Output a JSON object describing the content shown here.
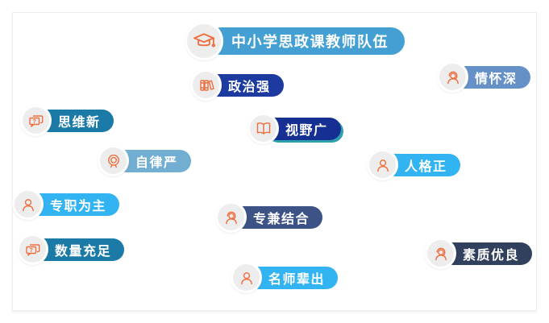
{
  "canvas": {
    "background": "#ffffff",
    "frame_border_color": "#ededed"
  },
  "icon_style": {
    "glyph_color": "#ee6e3f",
    "circle_background": "#ededed",
    "circle_ring": "#ffffff"
  },
  "title_badge": {
    "label": "中小学思政课教师队伍",
    "icon": "graduation-cap-icon",
    "pill_color": "#44a0d3",
    "text_color": "#ffffff"
  },
  "badges": [
    {
      "label": "政治强",
      "icon": "books-icon",
      "pill_color": "#1c3aa0"
    },
    {
      "label": "情怀深",
      "icon": "headset-person-icon",
      "pill_color": "#6590c8"
    },
    {
      "label": "思维新",
      "icon": "chat-question-icon",
      "pill_color": "#1b7aa6"
    },
    {
      "label": "视野广",
      "icon": "open-book-icon",
      "pill_color": "#162f92",
      "under_shadow_color": "#2e9fae"
    },
    {
      "label": "自律严",
      "icon": "medal-icon",
      "pill_color": "#72add2"
    },
    {
      "label": "人格正",
      "icon": "user-icon",
      "pill_color": "#33b4f2"
    },
    {
      "label": "专职为主",
      "icon": "user-icon",
      "pill_color": "#33b4f2"
    },
    {
      "label": "专兼结合",
      "icon": "headset-person-icon",
      "pill_color": "#3d5386"
    },
    {
      "label": "数量充足",
      "icon": "chat-question-icon",
      "pill_color": "#1b7aa6"
    },
    {
      "label": "素质优良",
      "icon": "headset-person-icon",
      "pill_color": "#31405d"
    },
    {
      "label": "名师辈出",
      "icon": "user-icon",
      "pill_color": "#33b4f2"
    }
  ]
}
